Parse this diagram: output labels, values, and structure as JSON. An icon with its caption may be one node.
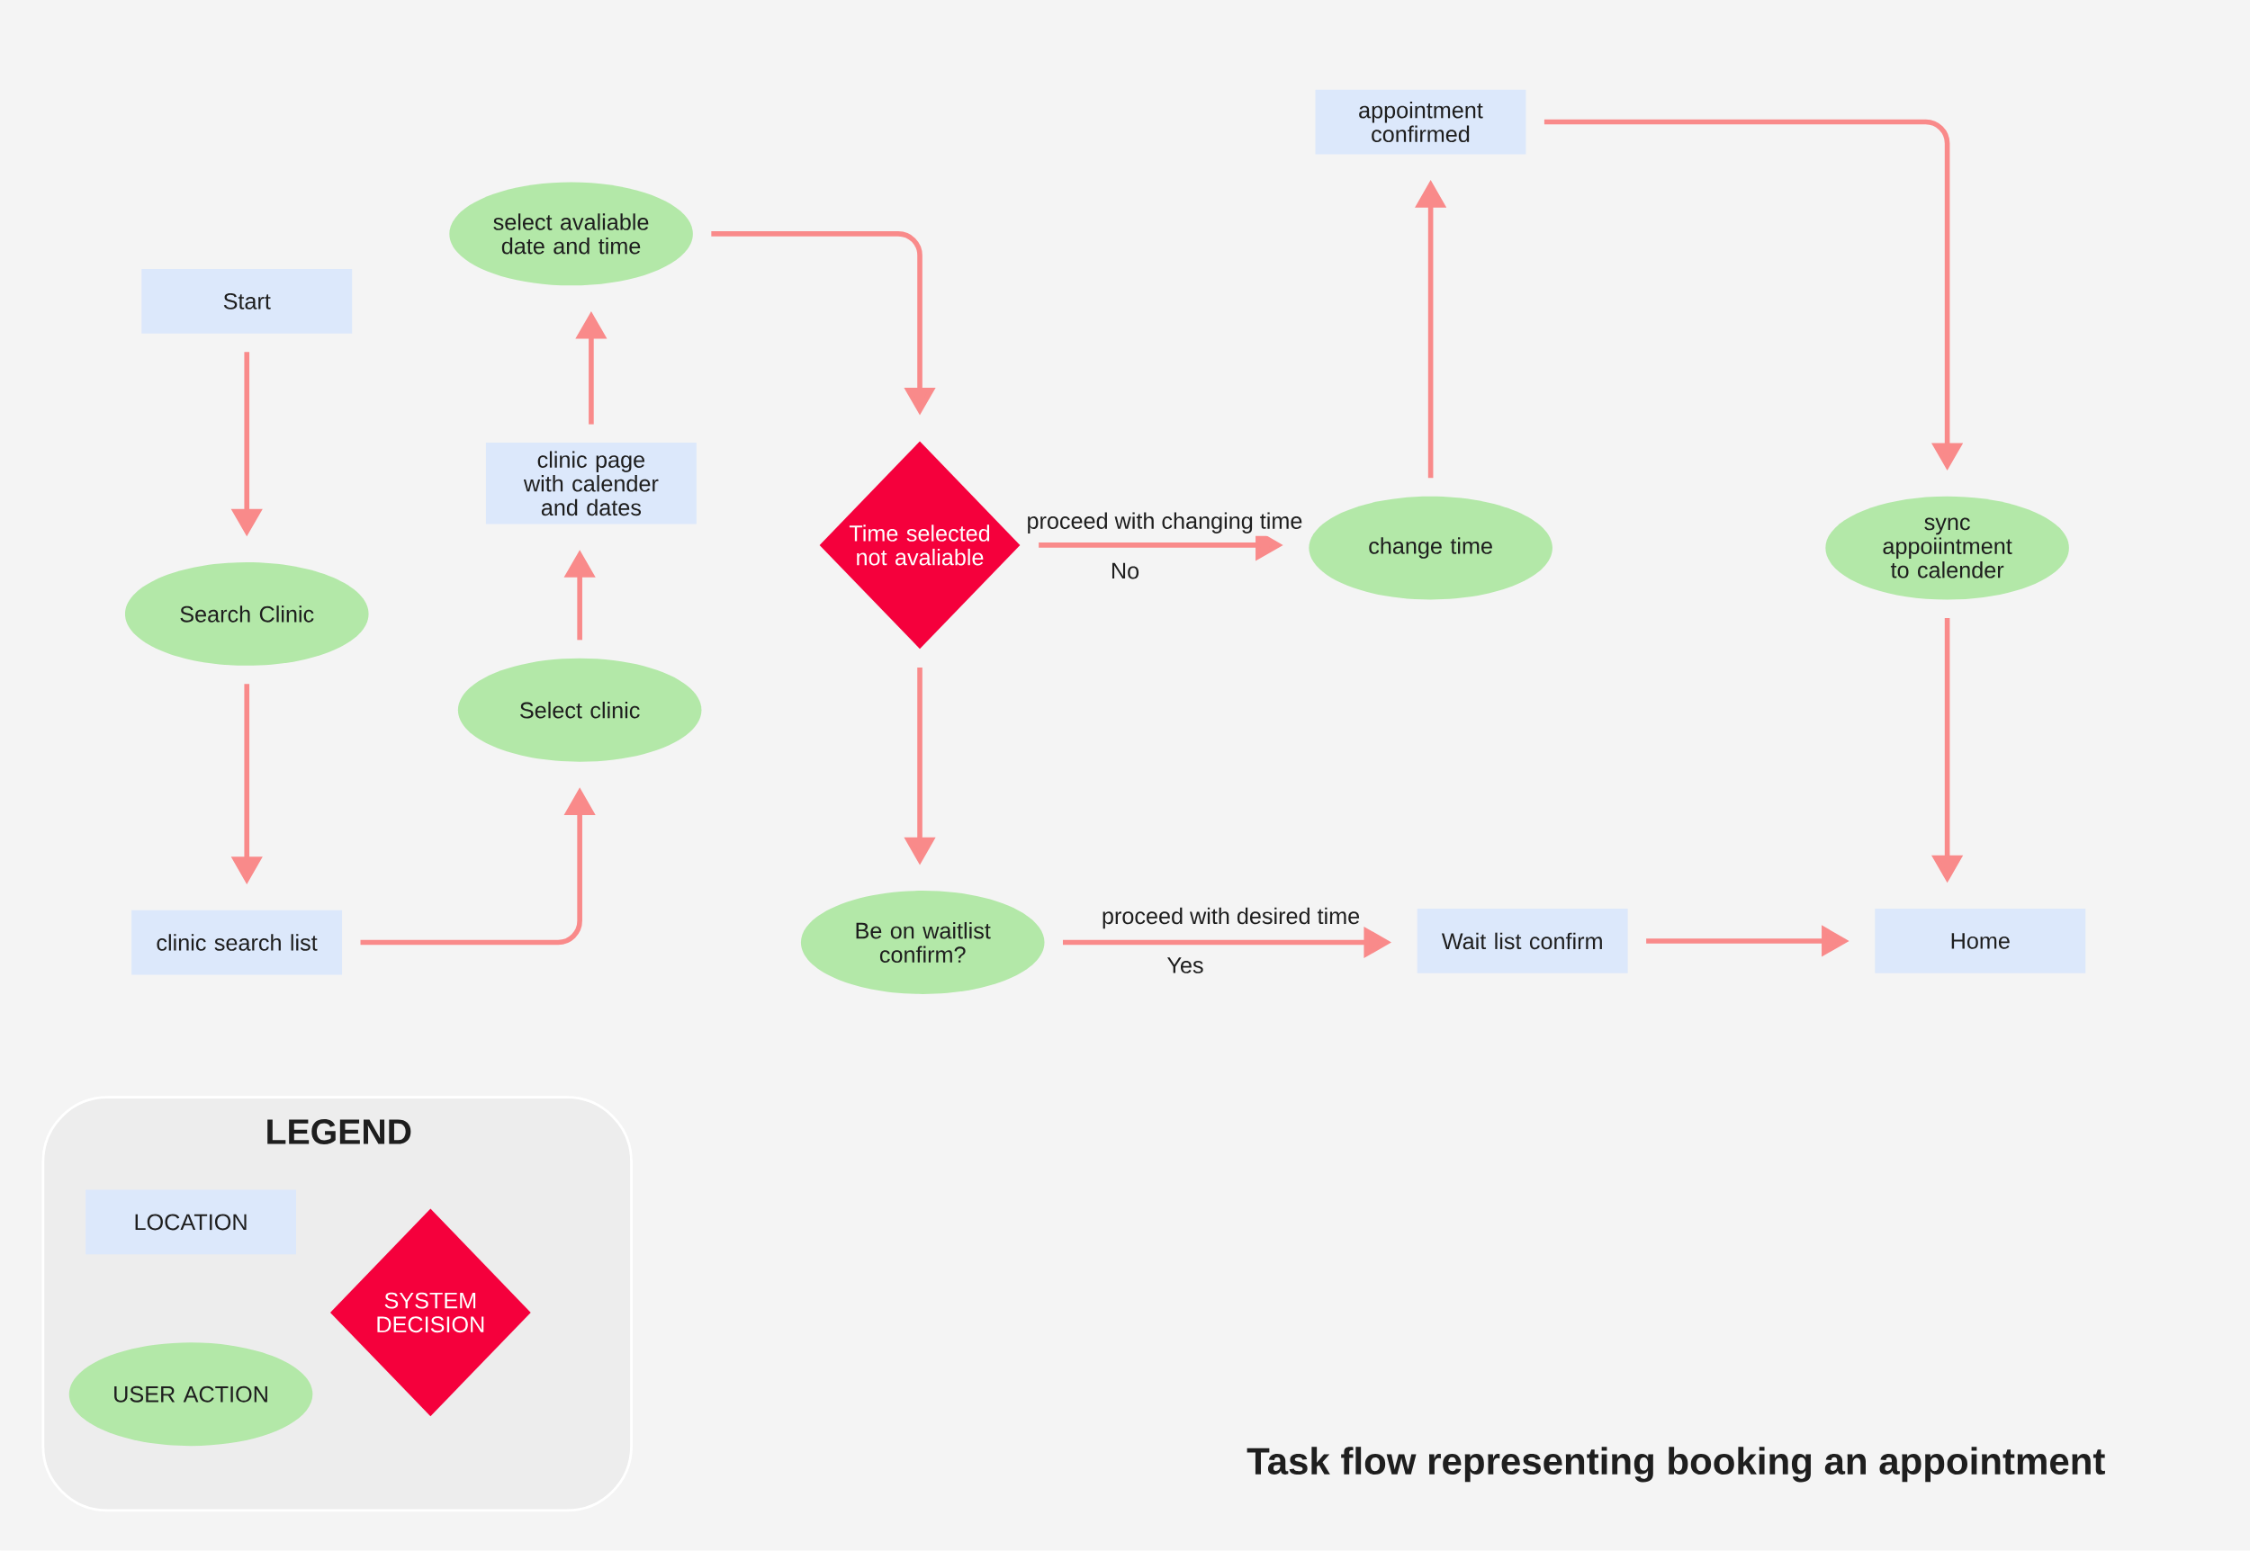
{
  "diagram": {
    "title": "Task flow representing booking an appointment",
    "nodes": [
      {
        "text": [
          "Start"
        ]
      },
      {
        "text": [
          "Search Clinic"
        ]
      },
      {
        "text": [
          "clinic search list"
        ]
      },
      {
        "text": [
          "Select clinic"
        ]
      },
      {
        "text": [
          "clinic page with calender and dates"
        ]
      },
      {
        "text": [
          "select avaliable date and time"
        ]
      },
      {
        "text": [
          "Time selected not avaliable"
        ]
      },
      {
        "text": [
          "change time"
        ]
      },
      {
        "text": [
          "appointment confirmed"
        ]
      },
      {
        "text": [
          "sync appoiintment to calender"
        ]
      },
      {
        "text": [
          "Be on waitlist confirm?"
        ]
      },
      {
        "text": [
          "Wait list confirm"
        ]
      },
      {
        "text": [
          "Home"
        ]
      }
    ],
    "edges": [
      {
        "from": 0,
        "to": 1,
        "arrow": "to"
      },
      {
        "from": 1,
        "to": 2,
        "arrow": "to"
      },
      {
        "from": 2,
        "to": 3,
        "arrow": "to"
      },
      {
        "from": 3,
        "to": 4,
        "arrow": "to"
      },
      {
        "from": 4,
        "to": 5,
        "arrow": "to"
      },
      {
        "from": 5,
        "to": 6,
        "arrow": "to"
      },
      {
        "from": 6,
        "to": 7,
        "arrow": "to",
        "label": "proceed with changing  time"
      },
      {
        "from": 6,
        "to": 10,
        "arrow": "to"
      },
      {
        "from": 10,
        "to": 11,
        "arrow": "to",
        "label": "proceed with desired time"
      },
      {
        "from": 11,
        "to": 12,
        "arrow": "to"
      },
      {
        "from": 7,
        "to": 8,
        "arrow": "to"
      },
      {
        "from": 8,
        "to": 9,
        "arrow": "to"
      },
      {
        "from": 9,
        "to": 12,
        "arrow": "to"
      }
    ],
    "labels": [
      "No",
      "Yes",
      "LEGEND"
    ],
    "legend": [
      {
        "text": "LOCATION",
        "color": "#dce8fb"
      },
      {
        "text": "SYSTEM DECISION",
        "color": "#f5003c"
      },
      {
        "text": "USER ACTION",
        "color": "#b3e8a8"
      }
    ]
  }
}
